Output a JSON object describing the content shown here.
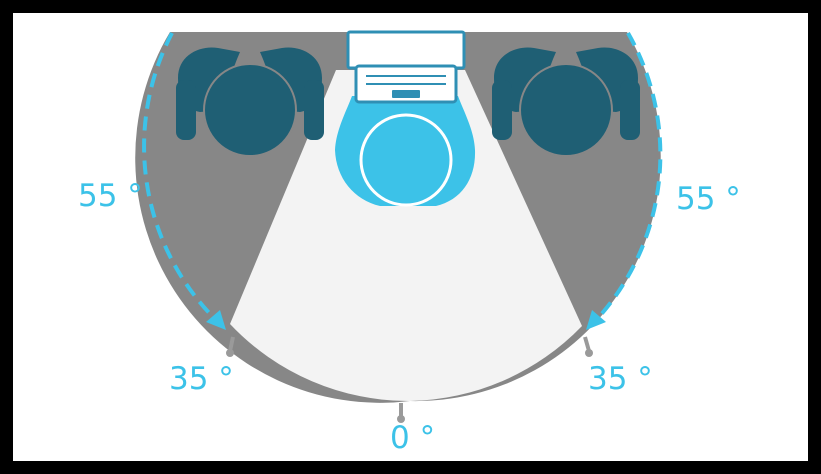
{
  "colors": {
    "background": "#000000",
    "panel": "#ffffff",
    "blocked_zone": "#878787",
    "visible_zone": "#f3f3f3",
    "laptop": "#ffffff",
    "laptop_outline": "#2f8fb4",
    "primary_user": "#3cc2e8",
    "bystander": "#1f5f74",
    "arrow": "#3cc2e8",
    "tick": "#9a9a9a",
    "label": "#3cc2e8"
  },
  "angles": {
    "left_upper": "55 °",
    "right_upper": "55 °",
    "left_lower": "35 °",
    "right_lower": "35 °",
    "center": "0 °"
  }
}
